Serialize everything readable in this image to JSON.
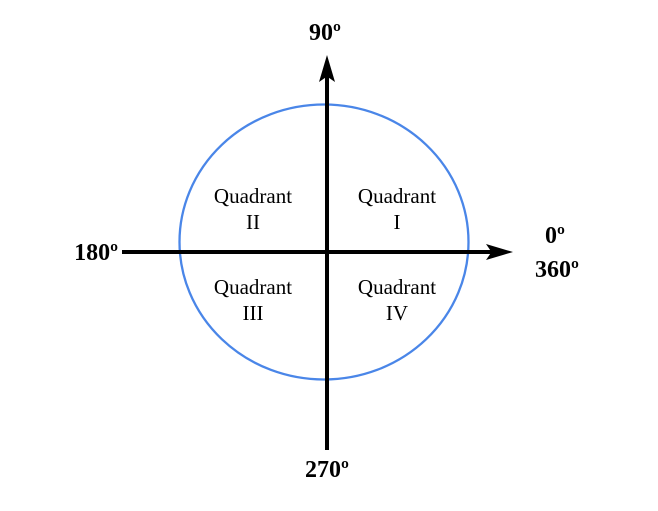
{
  "figure": {
    "title": "quadrant-angle-circle-diagram",
    "background": "#ffffff",
    "colors": {
      "circle_stroke": "#4a86e8",
      "axis": "#000000",
      "text": "#000000"
    },
    "axis_labels": {
      "top": "90º",
      "bottom": "270º",
      "left": "180º",
      "right_line1": "0º",
      "right_line2": "360º"
    },
    "quadrants": {
      "q1": {
        "line1": "Quadrant",
        "line2": "I"
      },
      "q2": {
        "line1": "Quadrant",
        "line2": "II"
      },
      "q3": {
        "line1": "Quadrant",
        "line2": "III"
      },
      "q4": {
        "line1": "Quadrant",
        "line2": "IV"
      }
    }
  }
}
